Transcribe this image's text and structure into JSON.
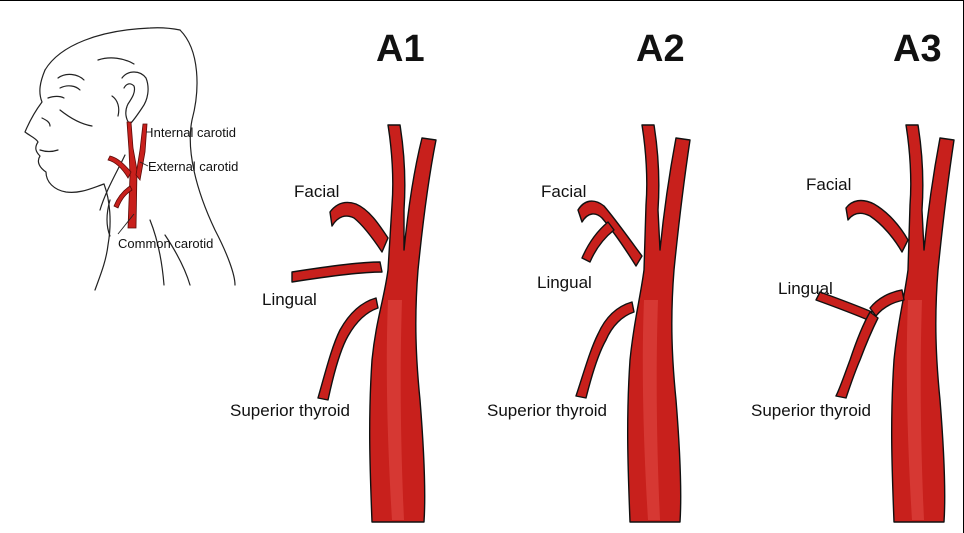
{
  "overview": {
    "internal_carotid": "Internal carotid",
    "external_carotid": "External carotid",
    "common_carotid": "Common carotid"
  },
  "panels": [
    {
      "title": "A1",
      "facial": "Facial",
      "lingual": "Lingual",
      "superior_thyroid": "Superior thyroid"
    },
    {
      "title": "A2",
      "facial": "Facial",
      "lingual": "Lingual",
      "superior_thyroid": "Superior thyroid"
    },
    {
      "title": "A3",
      "facial": "Facial",
      "lingual": "Lingual",
      "superior_thyroid": "Superior thyroid"
    }
  ],
  "colors": {
    "artery": "#c8201c",
    "artery_dark": "#7a0f0c",
    "outline": "#111111"
  }
}
